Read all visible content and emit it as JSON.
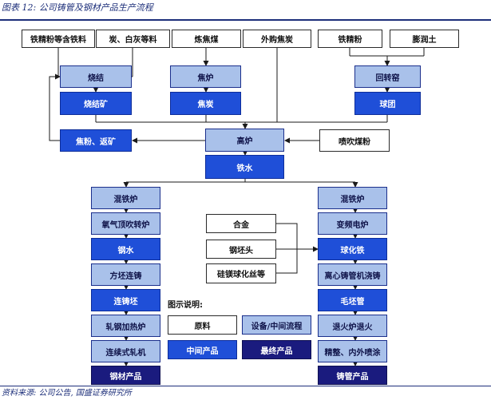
{
  "header": {
    "title": "图表 12: 公司铸管及钢材产品生产流程"
  },
  "footer": {
    "source": "资料来源: 公司公告, 国盛证券研究所"
  },
  "legend": {
    "caption": "图示说明:",
    "raw": "原料",
    "equipment": "设备/中间流程",
    "intermediate": "中间产品",
    "final": "最终产品"
  },
  "colors": {
    "raw_fill": "#ffffff",
    "process_fill": "#a9c1ea",
    "intermediate_fill": "#1f4fd8",
    "final_fill": "#1a1b7e",
    "frame": "#1d2f7a"
  },
  "nodes": {
    "iron_ore_fines": "铁精粉等含铁料",
    "charcoal_lime": "炭、白灰等料",
    "coking_coal": "炼焦煤",
    "purchased_coke": "外购焦炭",
    "iron_fines": "铁精粉",
    "bentonite": "膨润土",
    "sinter": "烧结",
    "coke_oven": "焦炉",
    "rotary_kiln": "回转窑",
    "sinter_ore": "烧结矿",
    "coke": "焦炭",
    "pellets": "球团",
    "coke_fines_return": "焦粉、返矿",
    "blast_furnace": "高炉",
    "pci_coal": "喷吹煤粉",
    "molten_iron": "铁水",
    "mixer_left": "混铁炉",
    "bof": "氧气顶吹转炉",
    "molten_steel": "钢水",
    "billet_caster": "方坯连铸",
    "cast_billet": "连铸坯",
    "reheat_furnace": "轧钢加热炉",
    "rolling_mill": "连续式轧机",
    "steel_products": "钢材产品",
    "alloy": "合金",
    "billet_head": "钢坯头",
    "nodulizer_wire": "硅镁球化丝等",
    "mixer_right": "混铁炉",
    "electric_furnace": "变频电炉",
    "ductile_iron": "球化铁",
    "centrifugal_casting": "离心铸管机浇铸",
    "raw_pipe": "毛坯管",
    "annealing": "退火炉退火",
    "finishing_coating": "精整、内外喷涂",
    "pipe_products": "铸管产品"
  }
}
